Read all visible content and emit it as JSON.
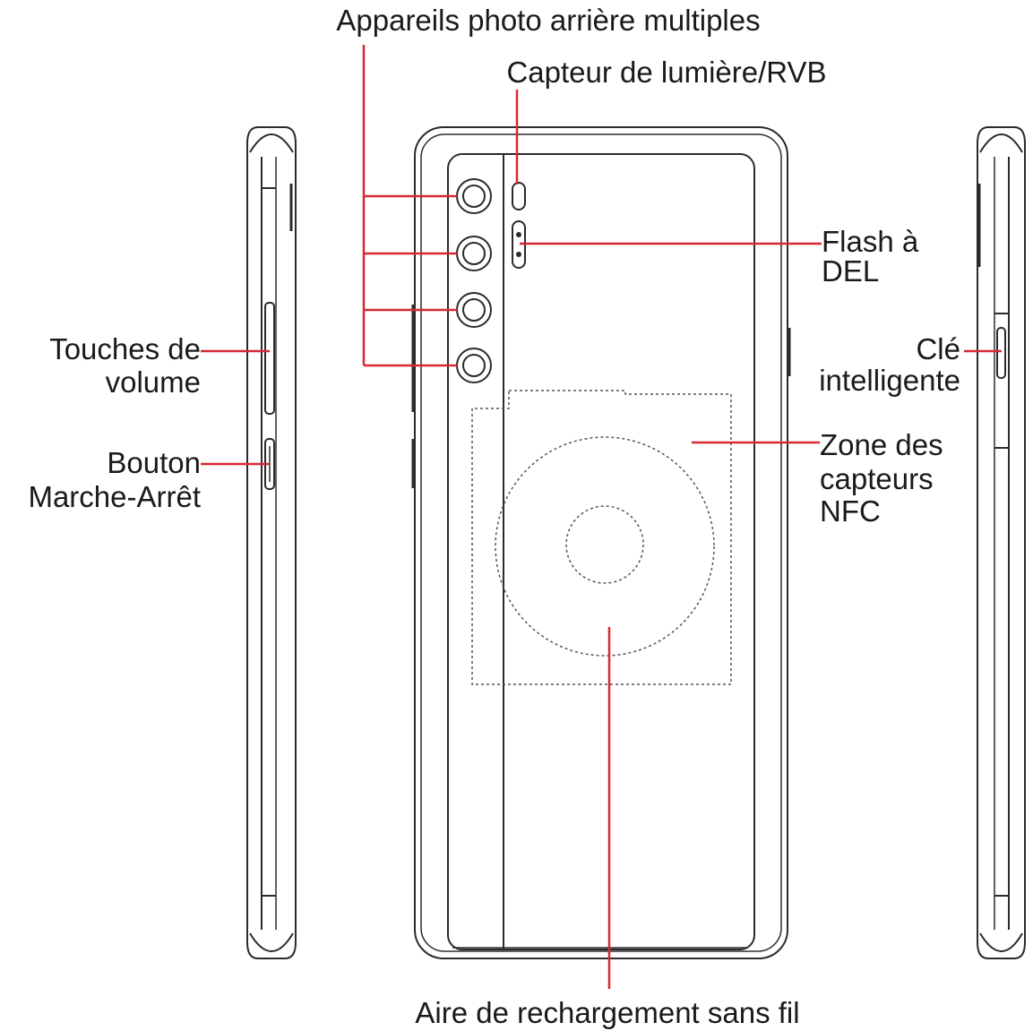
{
  "labels": {
    "rear_cameras": "Appareils photo arrière multiples",
    "light_sensor": "Capteur de lumière/RVB",
    "flash_line1": "Flash à",
    "flash_line2": "DEL",
    "volume_line1": "Touches de",
    "volume_line2": "volume",
    "power_line1": "Bouton",
    "power_line2": "Marche-Arrêt",
    "smart_key_line1": "Clé",
    "smart_key_line2": "intelligente",
    "nfc_line1": "Zone des",
    "nfc_line2": "capteurs",
    "nfc_line3": "NFC",
    "wireless_charging": "Aire de rechargement sans fil"
  },
  "colors": {
    "leader_line": "#d42a35",
    "outline": "#2b2b2b",
    "dotted": "#555555",
    "text": "#1a1a1a"
  }
}
